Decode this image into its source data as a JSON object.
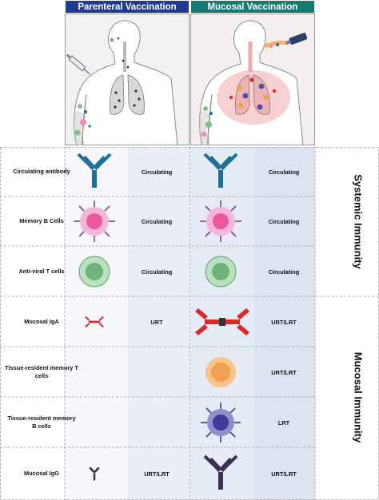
{
  "headers": {
    "parenteral": "Parenteral Vaccination",
    "mucosal": "Mucosal Vaccination"
  },
  "side_labels": {
    "systemic": "Systemic Immunity",
    "mucosal": "Mucosal Immunity"
  },
  "rows": [
    {
      "label": "Circulating antibody",
      "parenteral": "Circulating",
      "mucosal": "Circulating",
      "parenteral_icon": "antibody-icon",
      "mucosal_icon": "antibody-icon"
    },
    {
      "label": "Memory B Cells",
      "parenteral": "Circulating",
      "mucosal": "Circulating",
      "parenteral_icon": "memory-b-cell-icon",
      "mucosal_icon": "memory-b-cell-icon"
    },
    {
      "label": "Anti-viral T cells",
      "parenteral": "Circulating",
      "mucosal": "Circulating",
      "parenteral_icon": "t-cell-icon",
      "mucosal_icon": "t-cell-icon"
    },
    {
      "label": "Mucosal IgA",
      "parenteral": "URT",
      "mucosal": "URT/LRT",
      "parenteral_icon": "iga-dimer-icon",
      "mucosal_icon": "iga-dimer-icon"
    },
    {
      "label": "Tissue-resident memory T cells",
      "parenteral": "",
      "mucosal": "URT/LRT",
      "mucosal_icon": "resident-t-cell-icon"
    },
    {
      "label": "Tissue-resident memory B cells",
      "parenteral": "",
      "mucosal": "LRT",
      "mucosal_icon": "resident-b-cell-icon"
    },
    {
      "label": "Mucosal IgG",
      "parenteral": "URT/LRT",
      "mucosal": "URT/LRT",
      "parenteral_icon": "igg-icon",
      "mucosal_icon": "igg-icon"
    }
  ],
  "colors": {
    "parenteral_header": "#1f3b8f",
    "mucosal_header": "#157a73",
    "antibody": "#1e6fa0",
    "memory_b": "#e88cc0",
    "t_cell": "#7cc38c",
    "iga": "#d62b2b",
    "resident_t": "#f0a050",
    "resident_b": "#4a4aa8",
    "igg": "#3b2f55"
  }
}
